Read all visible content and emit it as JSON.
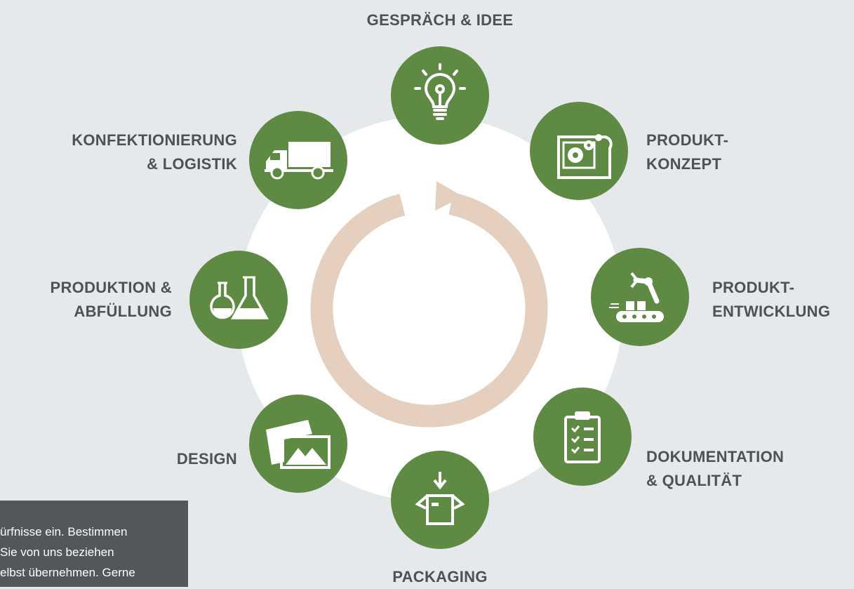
{
  "colors": {
    "background": "#e6e9ec",
    "ring": "#ffffff",
    "step_circle": "#5f8a43",
    "cycle_arrow": "#e5d0bf",
    "label_text": "#4c5258",
    "tooltip_bg": "#52575c"
  },
  "steps": [
    {
      "label": "GESPRÄCH & IDEE",
      "icon": "lightbulb-icon"
    },
    {
      "label": "PRODUKT-\nKONZEPT",
      "icon": "blueprint-gears-icon"
    },
    {
      "label": "PRODUKT-\nENTWICKLUNG",
      "icon": "robot-arm-conveyor-icon"
    },
    {
      "label": "DOKUMENTATION\n& QUALITÄT",
      "icon": "clipboard-checklist-icon"
    },
    {
      "label": "PACKAGING",
      "icon": "open-box-icon"
    },
    {
      "label": "DESIGN",
      "icon": "pictures-icon"
    },
    {
      "label": "PRODUKTION &\nABFÜLLUNG",
      "icon": "lab-flasks-icon"
    },
    {
      "label": "KONFEKTIONIERUNG\n& LOGISTIK",
      "icon": "truck-icon"
    }
  ],
  "tooltip": {
    "lines": [
      "ürfnisse ein. Bestimmen",
      "Sie von uns beziehen",
      "elbst übernehmen. Gerne"
    ]
  }
}
